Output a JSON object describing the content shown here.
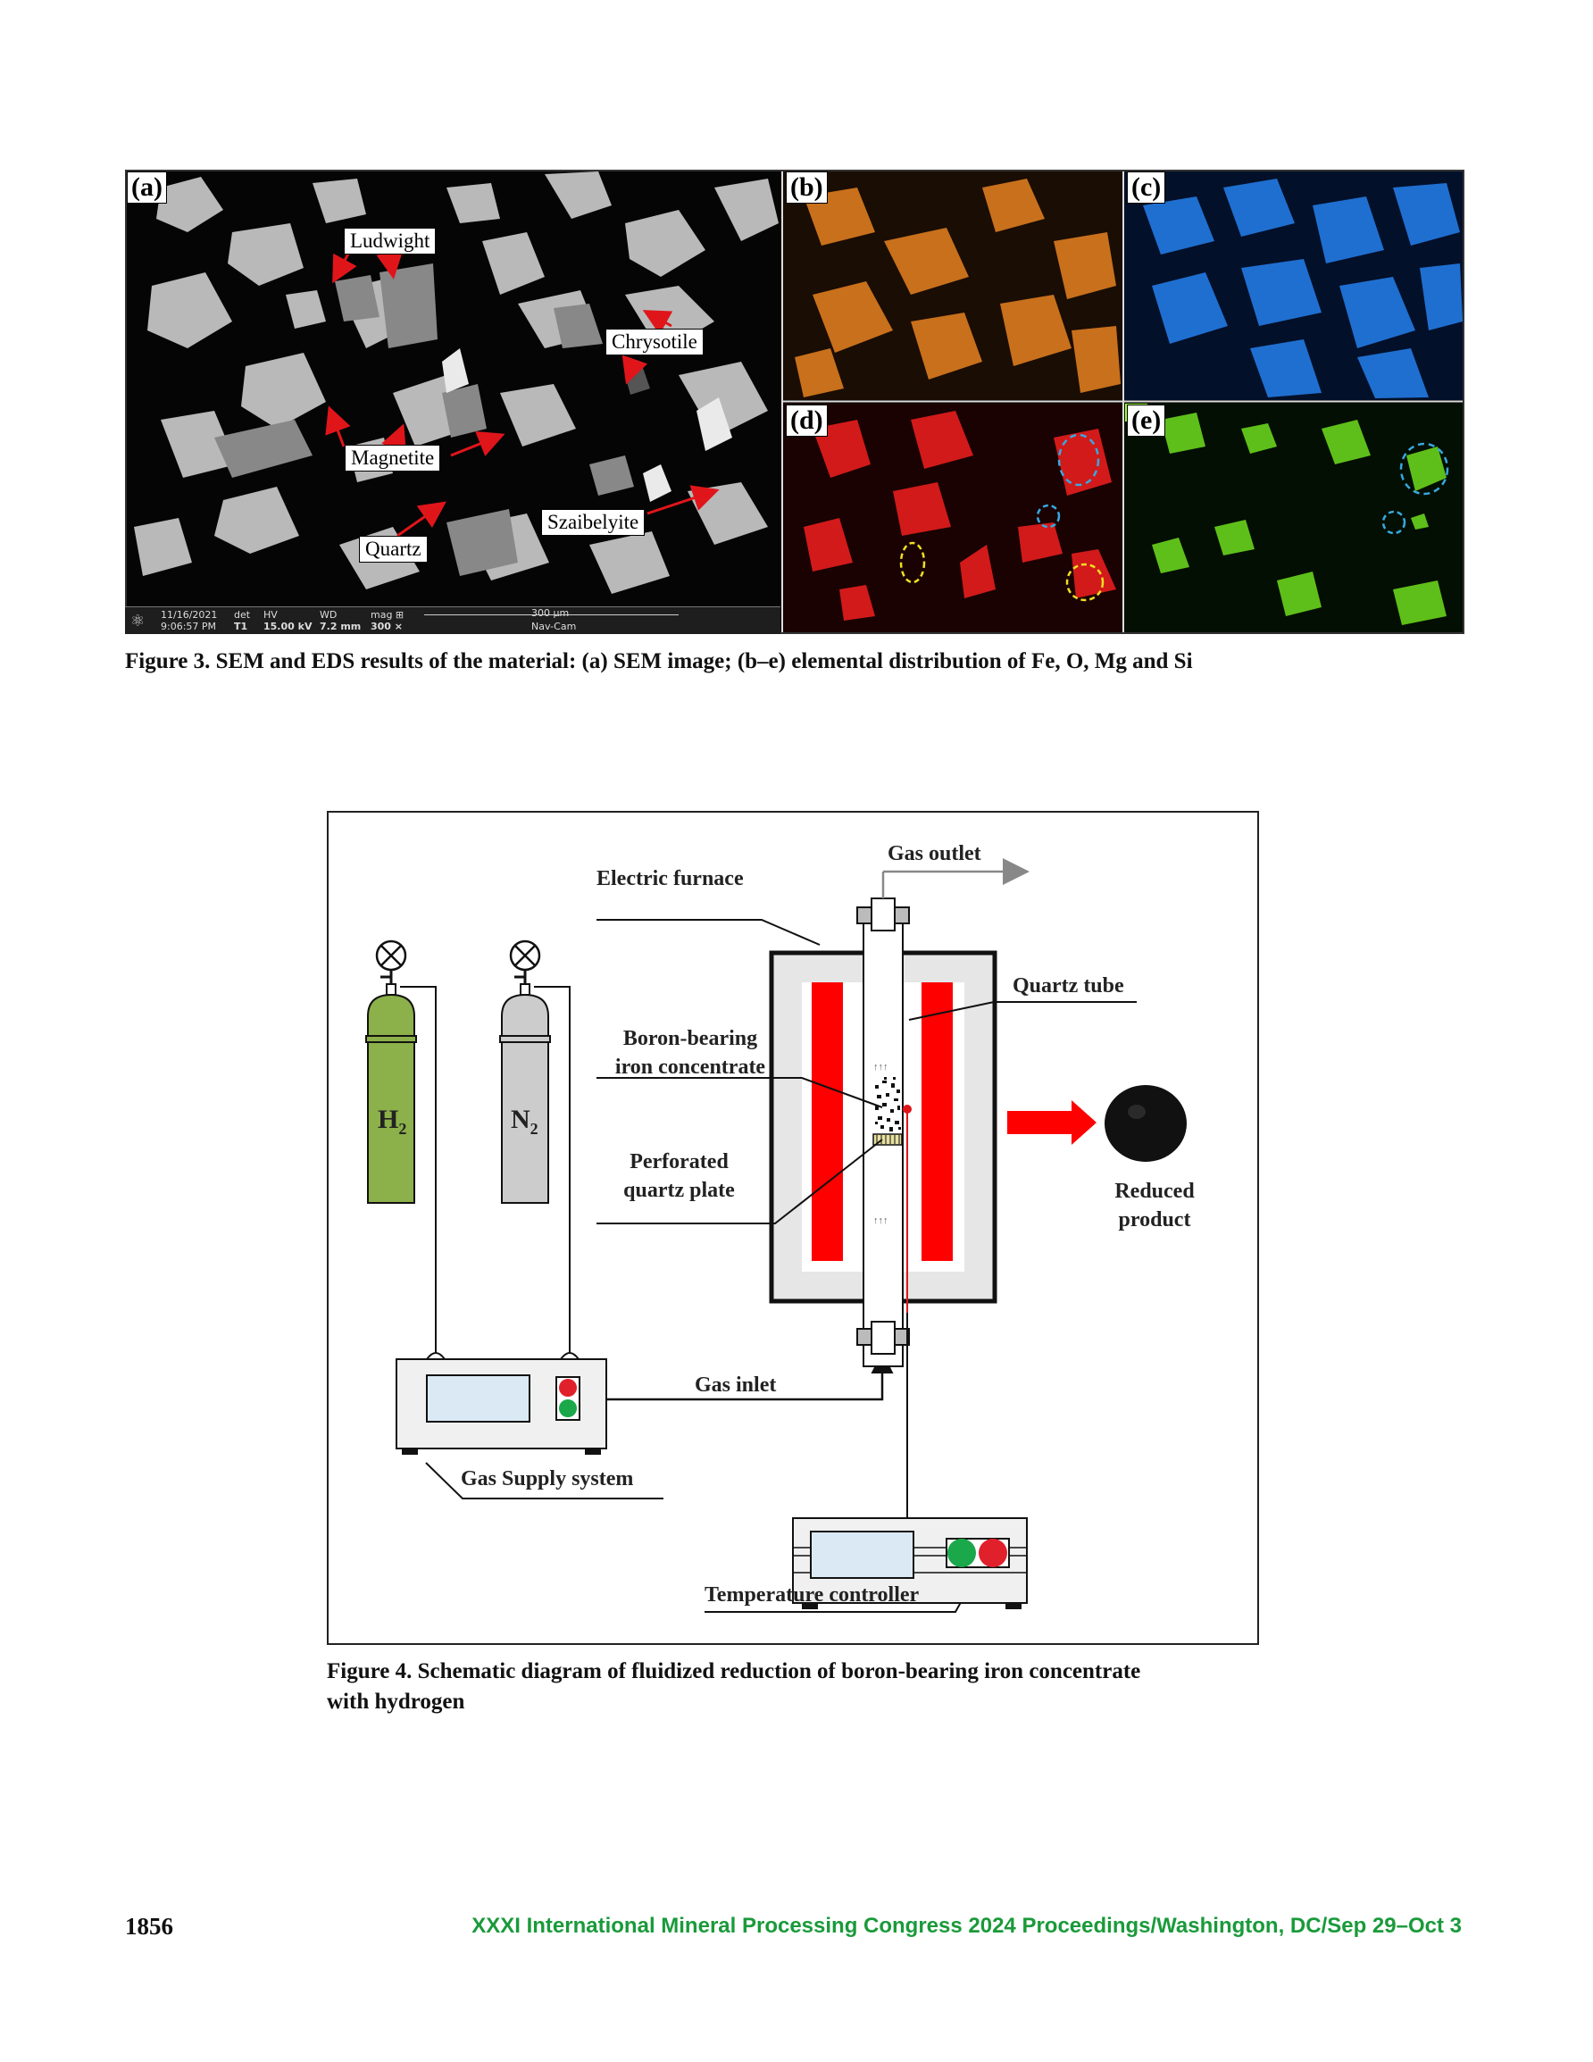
{
  "figure3": {
    "panels": {
      "a": "(a)",
      "b": "(b)",
      "c": "(c)",
      "d": "(d)",
      "e": "(e)"
    },
    "labels": {
      "ludwight": "Ludwight",
      "chrysotile": "Chrysotile",
      "magnetite": "Magnetite",
      "szaibelyite": "Szaibelyite",
      "quartz": "Quartz"
    },
    "infobar": {
      "date": "11/16/2021",
      "time": "9:06:57 PM",
      "det_label": "det",
      "det_value": "T1",
      "hv_label": "HV",
      "hv_value": "15.00 kV",
      "wd_label": "WD",
      "wd_value": "7.2 mm",
      "mag_label": "mag ⊞",
      "mag_value": "300 ×",
      "scale": "300 µm",
      "mode": "Nav-Cam"
    },
    "panel_colors": {
      "b": "#c8701c",
      "c": "#1f6fd0",
      "d": "#d21a1a",
      "e": "#5fbf1a"
    },
    "caption": "Figure 3. SEM and EDS results of the material: (a) SEM image; (b–e) elemental distribution of Fe, O, Mg and Si"
  },
  "figure4": {
    "labels": {
      "gas_outlet": "Gas outlet",
      "electric_furnace": "Electric furnace",
      "quartz_tube": "Quartz tube",
      "boron_line1": "Boron-bearing",
      "boron_line2": "iron concentrate",
      "perforated_line1": "Perforated",
      "perforated_line2": "quartz plate",
      "reduced_line1": "Reduced",
      "reduced_line2": "product",
      "gas_inlet": "Gas inlet",
      "gas_supply": "Gas Supply system",
      "temp_controller": "Temperature controller",
      "h2": "H",
      "h2_sub": "2",
      "n2": "N",
      "n2_sub": "2"
    },
    "colors": {
      "furnace_heater": "#ff0000",
      "h2_cylinder": "#8cb04a",
      "n2_cylinder": "#cccccc",
      "indicator_green": "#1aa84a",
      "indicator_red": "#e0202a"
    },
    "caption_line1": "Figure 4. Schematic diagram of fluidized reduction of boron-bearing iron concentrate",
    "caption_line2": "with hydrogen"
  },
  "footer": {
    "page_number": "1856",
    "conference": "XXXI International Mineral Processing Congress 2024 Proceedings/Washington, DC/Sep 29–Oct 3"
  }
}
